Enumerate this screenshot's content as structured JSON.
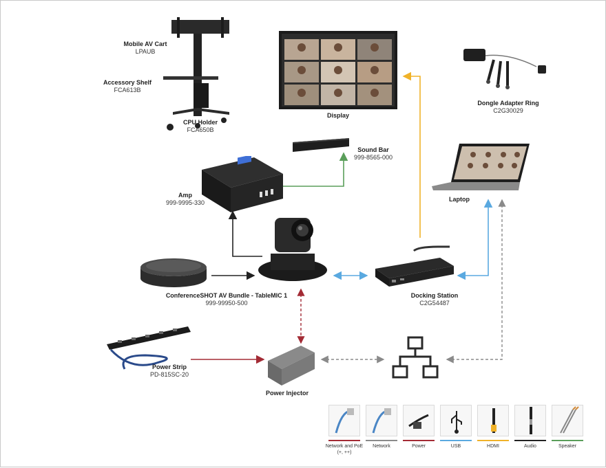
{
  "colors": {
    "ethernet_poe": "#a32b35",
    "network": "#8a8a8a",
    "power": "#a32b35",
    "usb": "#5aa9e0",
    "hdmi": "#f0b229",
    "audio": "#222222",
    "speaker": "#5a9e5a"
  },
  "devices": {
    "av_cart": {
      "name": "Mobile AV Cart",
      "part": "LPAUB",
      "icon": "av-cart-icon"
    },
    "accessory_shelf": {
      "name": "Accessory Shelf",
      "part": "FCA613B"
    },
    "cpu_holder": {
      "name": "CPU Holder",
      "part": "FCA650B"
    },
    "display": {
      "name": "Display",
      "icon": "display-icon"
    },
    "dongle_ring": {
      "name": "Dongle Adapter Ring",
      "part": "C2G30029",
      "icon": "dongle-ring-icon"
    },
    "sound_bar": {
      "name": "Sound Bar",
      "part": "999-8565-000",
      "icon": "sound-bar-icon"
    },
    "amp": {
      "name": "Amp",
      "part": "999-9995-330",
      "icon": "amp-icon"
    },
    "laptop": {
      "name": "Laptop",
      "icon": "laptop-icon"
    },
    "camera_bundle": {
      "name": "ConferenceSHOT AV Bundle - TableMIC 1",
      "part": "999-99950-500",
      "icon": "ptz-camera-icon"
    },
    "docking_station": {
      "name": "Docking Station",
      "part": "C2G54487",
      "icon": "docking-station-icon"
    },
    "power_strip": {
      "name": "Power Strip",
      "part": "PD-815SC-20",
      "icon": "power-strip-icon"
    },
    "power_injector": {
      "name": "Power Injector",
      "icon": "power-injector-icon"
    },
    "network_switch": {
      "icon": "network-icon"
    },
    "tablemic": {
      "icon": "tablemic-icon"
    }
  },
  "legend": [
    {
      "label": "Network and PoE (+, ++)",
      "color": "#a32b35",
      "icon": "ethernet-cable-icon"
    },
    {
      "label": "Network",
      "color": "#8a8a8a",
      "icon": "ethernet-cable-icon"
    },
    {
      "label": "Power",
      "color": "#a32b35",
      "icon": "power-cable-icon"
    },
    {
      "label": "USB",
      "color": "#5aa9e0",
      "icon": "usb-icon"
    },
    {
      "label": "HDMI",
      "color": "#f0b229",
      "icon": "hdmi-cable-icon"
    },
    {
      "label": "Audio",
      "color": "#222222",
      "icon": "audio-cable-icon"
    },
    {
      "label": "Speaker",
      "color": "#5a9e5a",
      "icon": "speaker-wire-icon"
    }
  ]
}
